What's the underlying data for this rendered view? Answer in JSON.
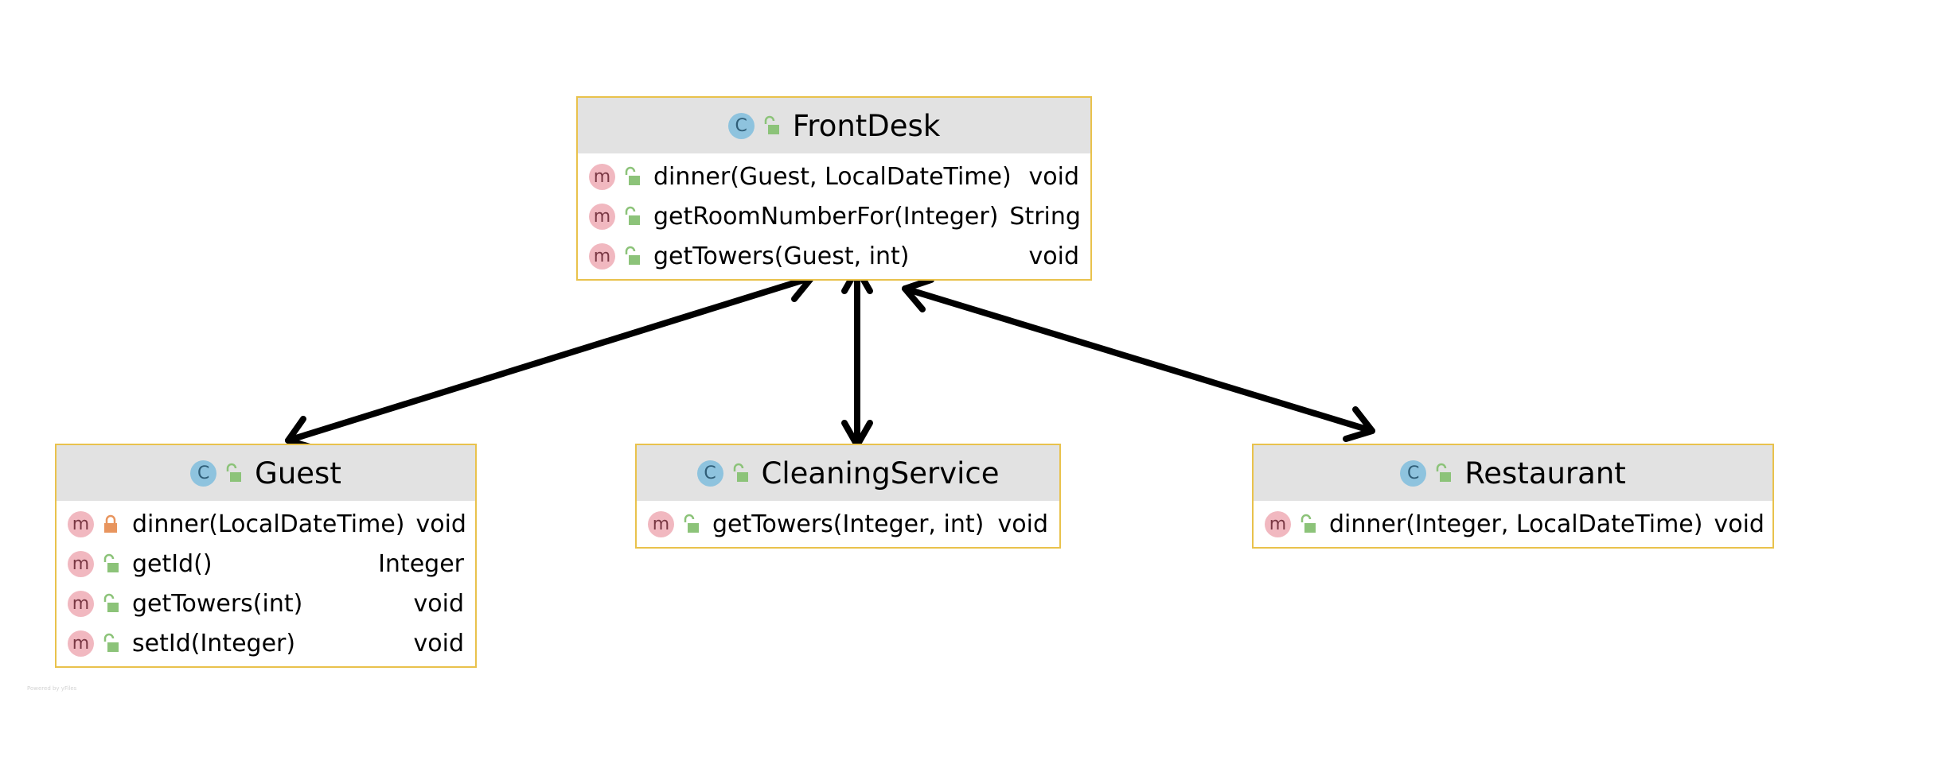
{
  "diagram": {
    "classes": [
      {
        "id": "frontdesk",
        "name": "FrontDesk",
        "class_icon": "C",
        "visibility": "public",
        "methods": [
          {
            "name": "dinner(Guest, LocalDateTime)",
            "type": "void",
            "visibility": "public"
          },
          {
            "name": "getRoomNumberFor(Integer)",
            "type": "String",
            "visibility": "public"
          },
          {
            "name": "getTowers(Guest, int)",
            "type": "void",
            "visibility": "public"
          }
        ]
      },
      {
        "id": "guest",
        "name": "Guest",
        "class_icon": "C",
        "visibility": "public",
        "methods": [
          {
            "name": "dinner(LocalDateTime)",
            "type": "void",
            "visibility": "private"
          },
          {
            "name": "getId()",
            "type": "Integer",
            "visibility": "public"
          },
          {
            "name": "getTowers(int)",
            "type": "void",
            "visibility": "public"
          },
          {
            "name": "setId(Integer)",
            "type": "void",
            "visibility": "public"
          }
        ]
      },
      {
        "id": "cleaningservice",
        "name": "CleaningService",
        "class_icon": "C",
        "visibility": "public",
        "methods": [
          {
            "name": "getTowers(Integer, int)",
            "type": "void",
            "visibility": "public"
          }
        ]
      },
      {
        "id": "restaurant",
        "name": "Restaurant",
        "class_icon": "C",
        "visibility": "public",
        "methods": [
          {
            "name": "dinner(Integer, LocalDateTime)",
            "type": "void",
            "visibility": "public"
          }
        ]
      }
    ],
    "relations": [
      {
        "from": "FrontDesk",
        "to": "Guest",
        "arrows": "both"
      },
      {
        "from": "FrontDesk",
        "to": "CleaningService",
        "arrows": "both"
      },
      {
        "from": "FrontDesk",
        "to": "Restaurant",
        "arrows": "both"
      }
    ],
    "method_icon": "m",
    "footer": "Powered by yFiles",
    "colors": {
      "class_border": "#e9c24c",
      "header_bg": "#e2e2e2",
      "class_icon_bg": "#8ec3de",
      "method_icon_bg": "#f1b8c0",
      "public_lock": "#8cc379",
      "private_lock": "#e8955e",
      "edge": "#000000"
    }
  }
}
